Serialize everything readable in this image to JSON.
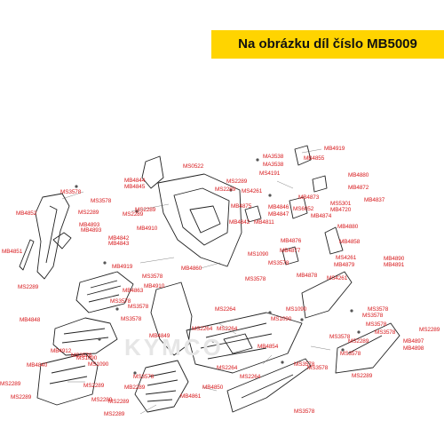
{
  "banner": {
    "text": "Na obrázku díl číslo MB5009",
    "color": "#ffd400"
  },
  "label_color": "#d7191c",
  "watermark": "KYMCO",
  "part_labels": [
    "MB4919",
    "MS0522",
    "MA3538",
    "MA3538",
    "MB4855",
    "MS4191",
    "MB4880",
    "MB4844",
    "MB4845",
    "MS2289",
    "MS2289",
    "MS4261",
    "MB4872",
    "MB4837",
    "MS3578",
    "MB4873",
    "MS5301",
    "MB4846",
    "MB4875",
    "MS6052",
    "MB4720",
    "MS2289",
    "MB4847",
    "MB4874",
    "MB4852",
    "MS3578",
    "MS2289",
    "MS2289",
    "MB4880",
    "MB4842",
    "MB4893",
    "MB4893",
    "MB4910",
    "MB4811",
    "MB4876",
    "MB4858",
    "MB4842",
    "MB4843",
    "MB4877",
    "MS4261",
    "MB4890",
    "MB4891",
    "MB4851",
    "MS1090",
    "MS3578",
    "MB4879",
    "MB4919",
    "MB4860",
    "MB4878",
    "MS3578",
    "MS2289",
    "MB4863",
    "MS3578",
    "MS4261",
    "MB4910",
    "MS3578",
    "MB4848",
    "MS3578",
    "MS2264",
    "MS1090",
    "MS3578",
    "MS1090",
    "MS3578",
    "MS3578",
    "MS2264",
    "MS3578",
    "MS3578",
    "MS2289",
    "MB4849",
    "MS2264",
    "MS3578",
    "MB4897",
    "MB4898",
    "MB4912",
    "MS2289",
    "MB4854",
    "MS3578",
    "MS3578",
    "MS1090",
    "MS1090",
    "MB4840",
    "MS3578",
    "MS3578",
    "MS2264",
    "MS3578",
    "MS2289",
    "MS2289",
    "MS2289",
    "MB2289",
    "MB4850",
    "MS2264",
    "MS3578",
    "MS2289",
    "MS2289",
    "MB4861",
    "MS2289",
    "MS2289"
  ]
}
